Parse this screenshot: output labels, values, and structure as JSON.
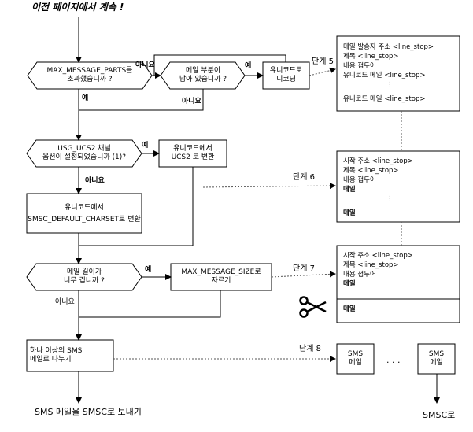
{
  "title": "이전 페이지에서 계속 !",
  "decisions": {
    "max_parts": [
      "MAX_MESSAGE_PARTS를",
      "초과했습니까 ?"
    ],
    "mail_parts": [
      "메일 부분이",
      "남아 있습니까 ?"
    ],
    "ucs2": [
      "USG_UCS2 채널",
      "옵션이 설정되었습니까 (1)?"
    ],
    "mail_length": [
      "메일 길이가",
      "너무 깁니까 ?"
    ]
  },
  "processes": {
    "decode": [
      "유니코드로",
      "디코딩"
    ],
    "to_ucs2": [
      "유니코드에서",
      "UCS2 로 변환"
    ],
    "to_default": [
      "유니코드에서",
      "SMSC_DEFAULT_CHARSET로 변환"
    ],
    "truncate": [
      "MAX_MESSAGE_SIZE로",
      "자르기"
    ],
    "split": [
      "하나 이상의 SMS",
      "메일로 나누기"
    ]
  },
  "answers": {
    "no": "아니요",
    "yes": "예"
  },
  "steps": {
    "s5": "단계 5",
    "s6": "단계 6",
    "s7": "단계 7",
    "s8": "단계 8"
  },
  "panels": {
    "p5": [
      "메일 발송자 주소 <line_stop>",
      "제목 <line_stop>",
      "내용 접두어",
      "유니코드 메일 <line_stop>",
      "⋮",
      "유니코드 메일 <line_stop>"
    ],
    "p6": [
      "시작 주소 <line_stop>",
      "제목 <line_stop>",
      "내용 접두어",
      "메일",
      "⋮",
      "메일"
    ],
    "p7": [
      "시작 주소 <line_stop>",
      "제목 <line_stop>",
      "내용 접두어",
      "메일",
      "메일"
    ]
  },
  "sms_box": [
    "SMS",
    "메일"
  ],
  "ellipsis": ". . .",
  "end_labels": {
    "send": "SMS 메일을 SMSC로 보내기",
    "smsc": "SMSC로"
  }
}
